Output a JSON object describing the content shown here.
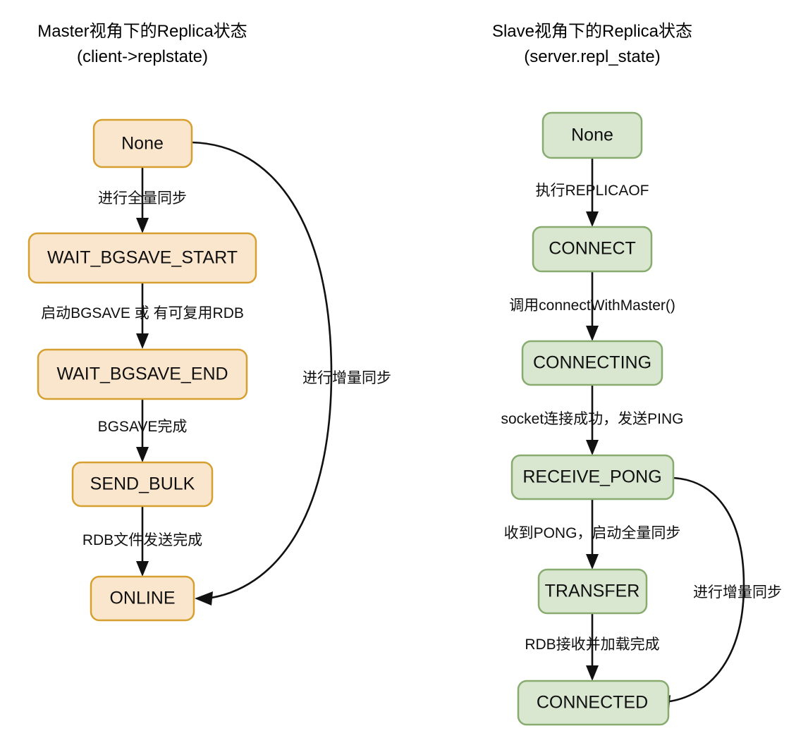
{
  "diagram": {
    "title_left_line1": "Master视角下的Replica状态",
    "title_left_line2": "(client->replstate)",
    "title_right_line1": "Slave视角下的Replica状态",
    "title_right_line2": "(server.repl_state)",
    "colors": {
      "orange_fill": "#fae5cd",
      "orange_stroke": "#d6a031",
      "green_fill": "#d9e7d0",
      "green_stroke": "#88ab6f",
      "edge": "#111111",
      "text": "#0f0f0f",
      "background": "#ffffff"
    },
    "left_column": {
      "nodes": [
        {
          "id": "master-none",
          "label": "None"
        },
        {
          "id": "master-wait-bgsave-start",
          "label": "WAIT_BGSAVE_START"
        },
        {
          "id": "master-wait-bgsave-end",
          "label": "WAIT_BGSAVE_END"
        },
        {
          "id": "master-send-bulk",
          "label": "SEND_BULK"
        },
        {
          "id": "master-online",
          "label": "ONLINE"
        }
      ],
      "edges": [
        {
          "id": "master-edge-1",
          "label": "进行全量同步",
          "from": "None",
          "to": "WAIT_BGSAVE_START"
        },
        {
          "id": "master-edge-2",
          "label": "启动BGSAVE 或 有可复用RDB",
          "from": "WAIT_BGSAVE_START",
          "to": "WAIT_BGSAVE_END"
        },
        {
          "id": "master-edge-3",
          "label": "BGSAVE完成",
          "from": "WAIT_BGSAVE_END",
          "to": "SEND_BULK"
        },
        {
          "id": "master-edge-4",
          "label": "RDB文件发送完成",
          "from": "SEND_BULK",
          "to": "ONLINE"
        },
        {
          "id": "master-edge-5",
          "label": "进行增量同步",
          "from": "None",
          "to": "ONLINE"
        }
      ]
    },
    "right_column": {
      "nodes": [
        {
          "id": "slave-none",
          "label": "None"
        },
        {
          "id": "slave-connect",
          "label": "CONNECT"
        },
        {
          "id": "slave-connecting",
          "label": "CONNECTING"
        },
        {
          "id": "slave-receive-pong",
          "label": "RECEIVE_PONG"
        },
        {
          "id": "slave-transfer",
          "label": "TRANSFER"
        },
        {
          "id": "slave-connected",
          "label": "CONNECTED"
        }
      ],
      "edges": [
        {
          "id": "slave-edge-1",
          "label": "执行REPLICAOF",
          "from": "None",
          "to": "CONNECT"
        },
        {
          "id": "slave-edge-2",
          "label": "调用connectWithMaster()",
          "from": "CONNECT",
          "to": "CONNECTING"
        },
        {
          "id": "slave-edge-3",
          "label": "socket连接成功，发送PING",
          "from": "CONNECTING",
          "to": "RECEIVE_PONG"
        },
        {
          "id": "slave-edge-4",
          "label": "收到PONG，启动全量同步",
          "from": "RECEIVE_PONG",
          "to": "TRANSFER"
        },
        {
          "id": "slave-edge-5",
          "label": "RDB接收并加载完成",
          "from": "TRANSFER",
          "to": "CONNECTED"
        },
        {
          "id": "slave-edge-6",
          "label": "进行增量同步",
          "from": "RECEIVE_PONG",
          "to": "CONNECTED"
        }
      ]
    }
  }
}
